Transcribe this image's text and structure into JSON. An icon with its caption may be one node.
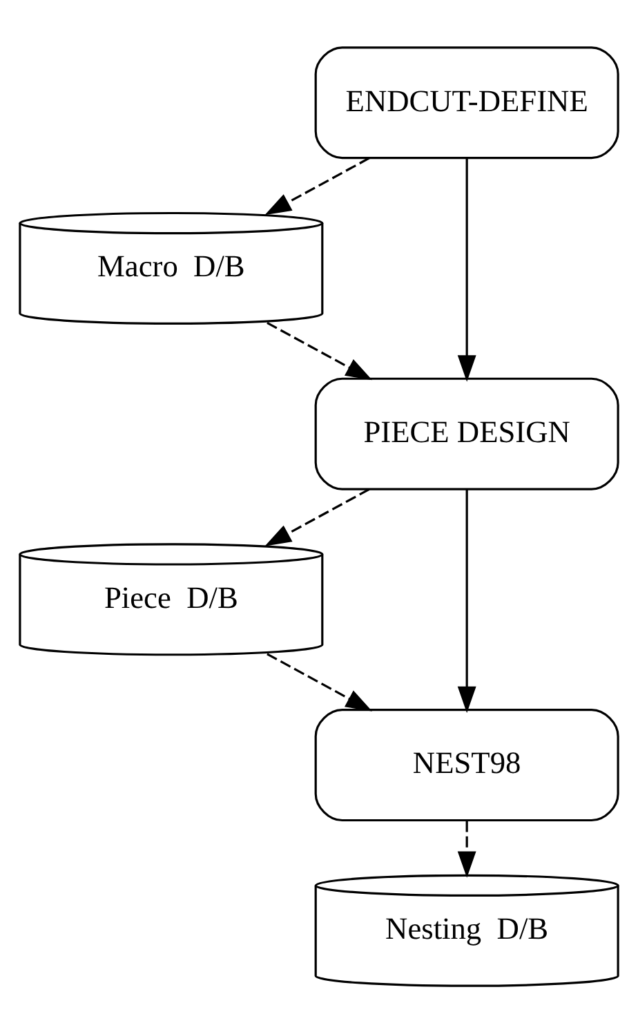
{
  "diagram": {
    "nodes": [
      {
        "text": [
          "ENDCUT-DEFINE"
        ]
      },
      {
        "text": [
          "Macro  D/B"
        ]
      },
      {
        "text": [
          "PIECE DESIGN"
        ]
      },
      {
        "text": [
          "Piece  D/B"
        ]
      },
      {
        "text": [
          "NEST98"
        ]
      },
      {
        "text": [
          "Nesting  D/B"
        ]
      }
    ],
    "edges": [
      {
        "from": 0,
        "to": 2,
        "arrow": "to"
      },
      {
        "from": 0,
        "to": 1,
        "arrow": "to",
        "style": "dashed"
      },
      {
        "from": 1,
        "to": 2,
        "arrow": "to",
        "style": "dashed"
      },
      {
        "from": 2,
        "to": 4,
        "arrow": "to"
      },
      {
        "from": 2,
        "to": 3,
        "arrow": "to",
        "style": "dashed"
      },
      {
        "from": 3,
        "to": 4,
        "arrow": "to",
        "style": "dashed"
      },
      {
        "from": 4,
        "to": 5,
        "arrow": "to",
        "style": "dashed"
      }
    ]
  }
}
